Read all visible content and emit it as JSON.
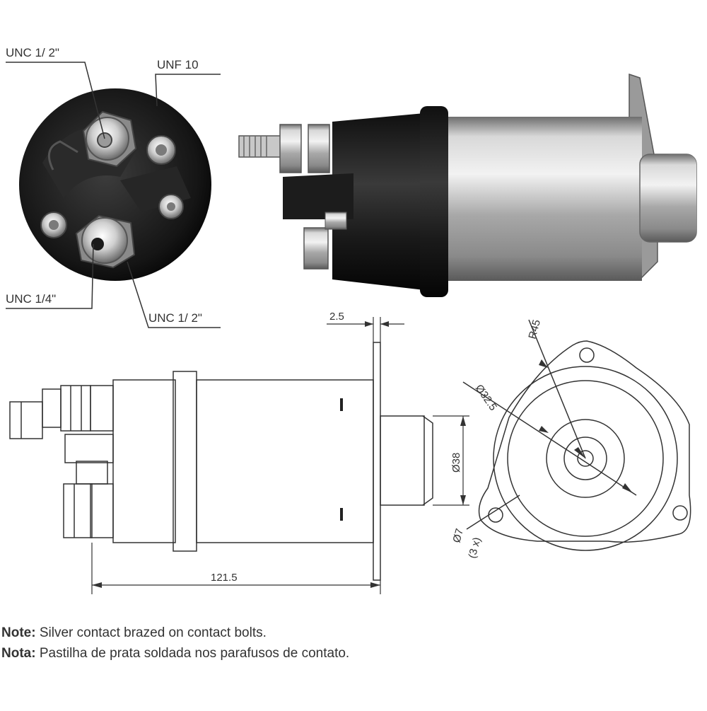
{
  "labels": {
    "top_left": "UNC 1/ 2\"",
    "top_right": "UNF 10",
    "bottom_left": "UNC 1/4\"",
    "bottom_right": "UNC 1/ 2\""
  },
  "dimensions": {
    "flange_thickness": "2.5",
    "length": "121.5",
    "plunger_diameter": "Ø38",
    "radius": "R45",
    "bore_diameter": "Ø32.5",
    "hole_diameter": "Ø7",
    "hole_count": "(3 x)"
  },
  "notes": [
    {
      "title": "Note:",
      "text": " Silver contact brazed on contact bolts."
    },
    {
      "title": "Nota:",
      "text": " Pastilha de prata soldada nos parafusos de contato."
    }
  ],
  "colors": {
    "line": "#333333",
    "cap": "#1c1c1c",
    "body_metal": "#b5b5b5"
  }
}
